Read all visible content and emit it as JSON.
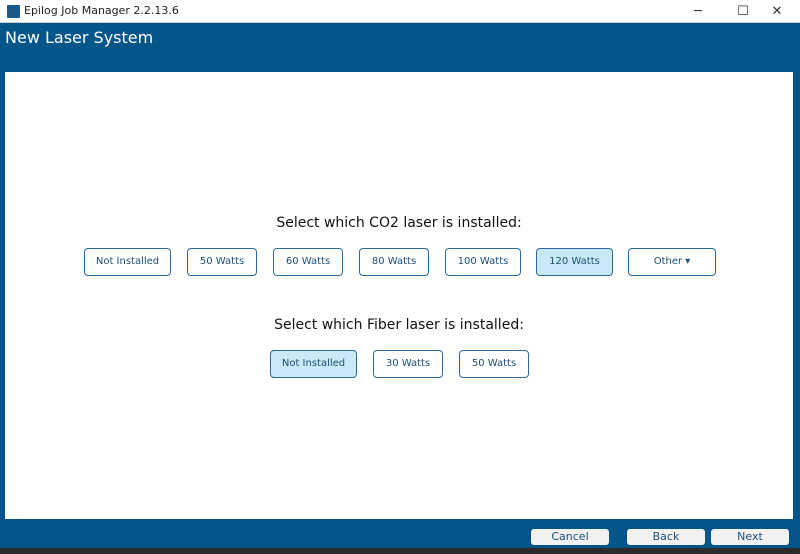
{
  "window": {
    "title": "Epilog Job Manager 2.2.13.6",
    "minimize": "─",
    "maximize": "☐",
    "close": "✕"
  },
  "header": {
    "title": "New Laser System"
  },
  "co2": {
    "prompt": "Select which CO2 laser is installed:",
    "options": [
      "Not Installed",
      "50 Watts",
      "60 Watts",
      "80 Watts",
      "100 Watts",
      "120 Watts",
      "Other ▾"
    ],
    "selected": "120 Watts"
  },
  "fiber": {
    "prompt": "Select which Fiber laser is installed:",
    "options": [
      "Not Installed",
      "30 Watts",
      "50 Watts"
    ],
    "selected": "Not Installed"
  },
  "footer": {
    "cancel": "Cancel",
    "back": "Back",
    "next": "Next"
  }
}
